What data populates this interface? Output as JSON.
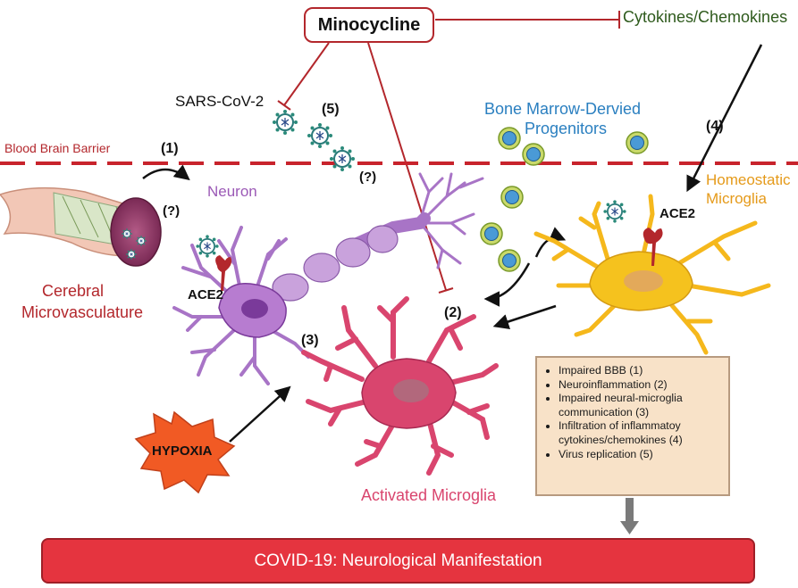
{
  "drug": {
    "name": "Minocycline"
  },
  "labels": {
    "cytokines": "Cytokines/Chemokines",
    "sars": "SARS-CoV-2",
    "sars_num": "(5)",
    "bbb": "Blood Brain Barrier",
    "bbb_num": "(1)",
    "bone_marrow_l1": "Bone Marrow-Dervied",
    "bone_marrow_l2": "Progenitors",
    "num4": "(4)",
    "q_virus": "(?)",
    "q_vessel": "(?)",
    "neuron": "Neuron",
    "homeostatic_l1": "Homeostatic",
    "homeostatic_l2": "Microglia",
    "ace2_neuron": "ACE2",
    "ace2_microglia": "ACE2",
    "cerebral_l1": "Cerebral",
    "cerebral_l2": "Microvasculature",
    "num2": "(2)",
    "num3": "(3)",
    "hypoxia": "HYPOXIA",
    "activated": "Activated Microglia"
  },
  "summary": {
    "items": [
      "Impaired BBB (1)",
      "Neuroinflammation (2)",
      "Impaired neural-microglia\ncommunication (3)",
      "Infiltration of inflammatoy\ncytokines/chemokines (4)",
      "Virus replication (5)"
    ]
  },
  "banner": {
    "text": "COVID-19: Neurological Manifestation"
  },
  "colors": {
    "inhibit_red": "#b3272c",
    "neuron_purple": "#9b59b6",
    "homeostatic_yellow": "#f5b81c",
    "activated_pink": "#d9456e",
    "banner_red": "#e5343f",
    "label_blue": "#2a7fc0",
    "label_green": "#2e5a1c",
    "label_orange": "#e59a1a"
  }
}
